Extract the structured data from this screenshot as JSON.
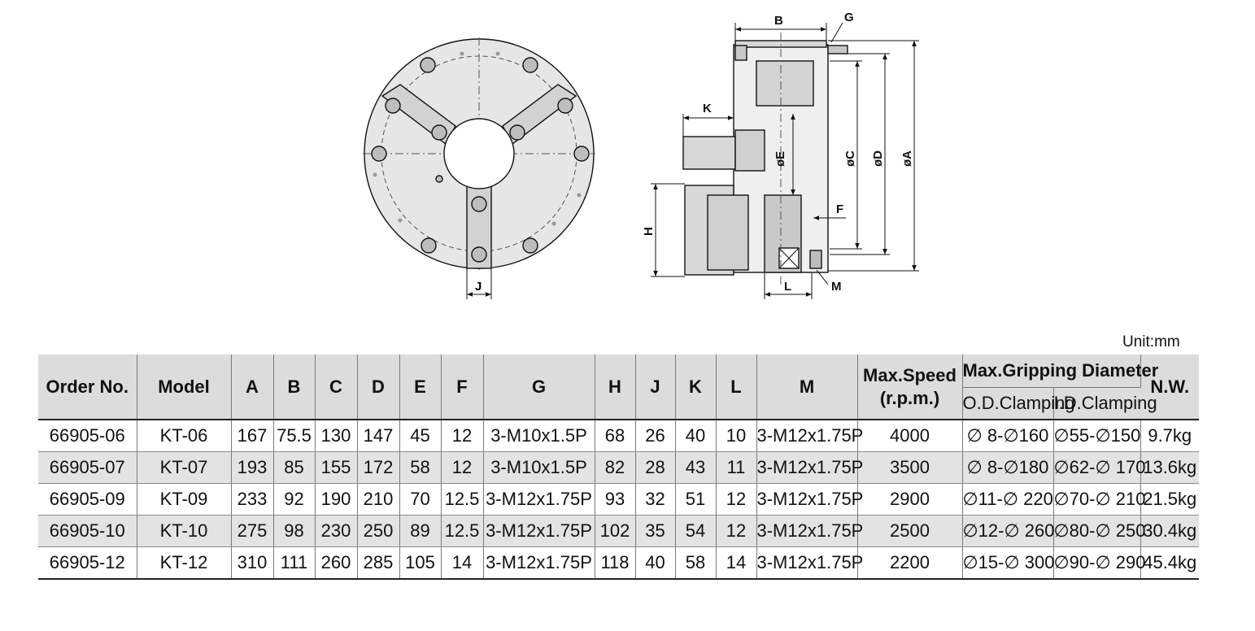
{
  "drawing": {
    "front_labels": {
      "j": "J"
    },
    "side_labels": {
      "b": "B",
      "g": "G",
      "k": "K",
      "e": "øE",
      "c": "øC",
      "d": "øD",
      "a": "øA",
      "h": "H",
      "f": "F",
      "l": "L",
      "m": "M"
    }
  },
  "unit_label": "Unit:mm",
  "table": {
    "headers": {
      "order_no": "Order No.",
      "model": "Model",
      "a": "A",
      "b": "B",
      "c": "C",
      "d": "D",
      "e": "E",
      "f": "F",
      "g": "G",
      "h": "H",
      "j": "J",
      "k": "K",
      "l": "L",
      "m": "M",
      "max_speed": "Max.Speed",
      "rpm": "(r.p.m.)",
      "max_grip": "Max.Gripping Diameter",
      "od": "O.D.Clamping",
      "id": "I.D.Clamping",
      "nw": "N.W."
    },
    "rows": [
      {
        "order": "66905-06",
        "model": "KT-06",
        "a": "167",
        "b": "75.5",
        "c": "130",
        "d": "147",
        "e": "45",
        "f": "12",
        "g": "3-M10x1.5P",
        "h": "68",
        "j": "26",
        "k": "40",
        "l": "10",
        "m": "3-M12x1.75P",
        "speed": "4000",
        "od": "∅ 8-∅160",
        "id": "∅55-∅150",
        "nw": "9.7kg"
      },
      {
        "order": "66905-07",
        "model": "KT-07",
        "a": "193",
        "b": "85",
        "c": "155",
        "d": "172",
        "e": "58",
        "f": "12",
        "g": "3-M10x1.5P",
        "h": "82",
        "j": "28",
        "k": "43",
        "l": "11",
        "m": "3-M12x1.75P",
        "speed": "3500",
        "od": "∅ 8-∅180",
        "id": "∅62-∅ 170",
        "nw": "13.6kg"
      },
      {
        "order": "66905-09",
        "model": "KT-09",
        "a": "233",
        "b": "92",
        "c": "190",
        "d": "210",
        "e": "70",
        "f": "12.5",
        "g": "3-M12x1.75P",
        "h": "93",
        "j": "32",
        "k": "51",
        "l": "12",
        "m": "3-M12x1.75P",
        "speed": "2900",
        "od": "∅11-∅ 220",
        "id": "∅70-∅ 210",
        "nw": "21.5kg"
      },
      {
        "order": "66905-10",
        "model": "KT-10",
        "a": "275",
        "b": "98",
        "c": "230",
        "d": "250",
        "e": "89",
        "f": "12.5",
        "g": "3-M12x1.75P",
        "h": "102",
        "j": "35",
        "k": "54",
        "l": "12",
        "m": "3-M12x1.75P",
        "speed": "2500",
        "od": "∅12-∅ 260",
        "id": "∅80-∅ 250",
        "nw": "30.4kg"
      },
      {
        "order": "66905-12",
        "model": "KT-12",
        "a": "310",
        "b": "111",
        "c": "260",
        "d": "285",
        "e": "105",
        "f": "14",
        "g": "3-M12x1.75P",
        "h": "118",
        "j": "40",
        "k": "58",
        "l": "14",
        "m": "3-M12x1.75P",
        "speed": "2200",
        "od": "∅15-∅ 300",
        "id": "∅90-∅ 290",
        "nw": "45.4kg"
      }
    ]
  }
}
